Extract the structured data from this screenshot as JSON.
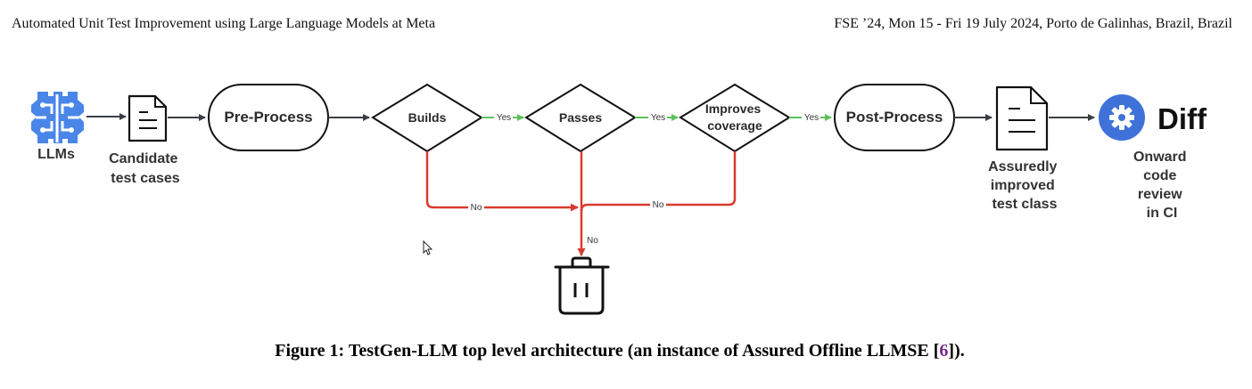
{
  "header": {
    "left": "Automated Unit Test Improvement using Large Language Models at Meta",
    "right": "FSE ’24, Mon 15 - Fri 19 July 2024, Porto de Galinhas, Brazil, Brazil"
  },
  "nodes": {
    "llms": "LLMs",
    "candidate": [
      "Candidate",
      "test cases"
    ],
    "preprocess": "Pre-Process",
    "builds": "Builds",
    "passes": "Passes",
    "improves": [
      "Improves",
      "coverage"
    ],
    "postprocess": "Post-Process",
    "assuredly": [
      "Assuredly",
      "improved",
      "test class"
    ],
    "diff_logo": "Diff",
    "onward": [
      "Onward",
      "code",
      "review",
      "in CI"
    ]
  },
  "edges": {
    "yes": "Yes",
    "no": "No"
  },
  "colors": {
    "yes_edge": "#5cc15c",
    "no_edge": "#d93a2e",
    "flow_edge": "#3b3f45",
    "llm_icon": "#4a86e8",
    "diff_icon": "#3f72d8"
  },
  "icons": [
    "brain-network-icon",
    "document-icon",
    "trash-can-icon",
    "gear-icon"
  ],
  "caption": {
    "main": "Figure 1: TestGen-LLM top level architecture (an instance of Assured Offline LLMSE [",
    "ref": "6",
    "end": "])."
  }
}
